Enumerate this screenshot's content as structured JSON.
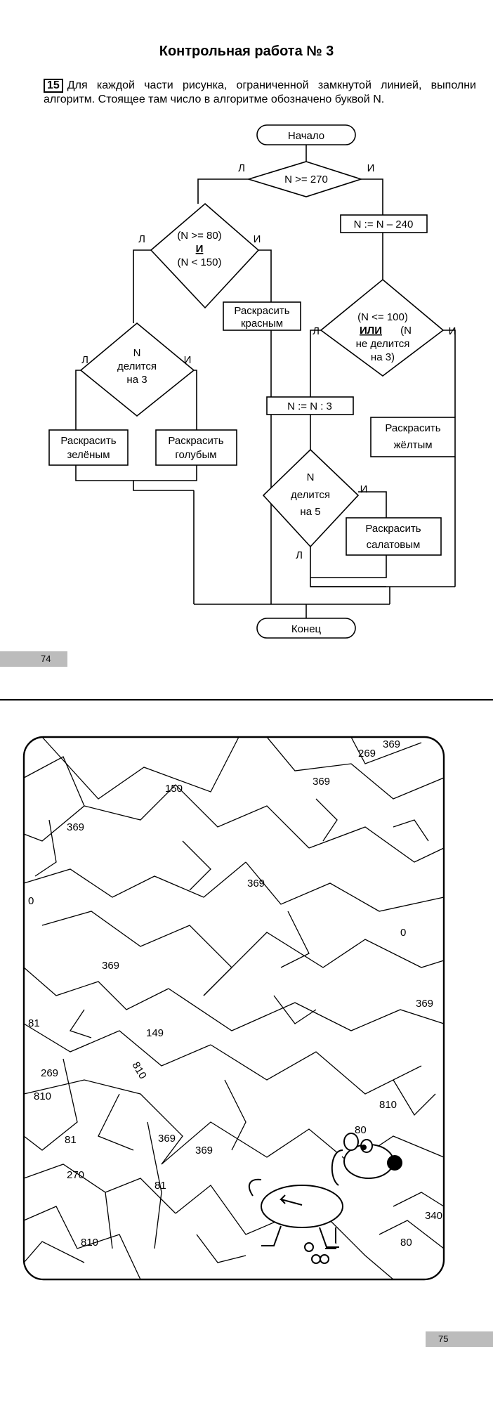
{
  "page1": {
    "title": "Контрольная работа № 3",
    "task_number": "15",
    "task_text": "Для каждой части рисунка, ограниченной замкнутой линией, выполни алгоритм. Стоящее там число в алгоритме обозначено буквой N.",
    "page_number": "74",
    "flowchart": {
      "start": "Начало",
      "end": "Конец",
      "cond_main": "N >= 270",
      "label_no": "Л",
      "label_yes": "И",
      "cond_left_1": "(N >= 80)",
      "cond_left_and": "И",
      "cond_left_2": "(N < 150)",
      "cond_div3_1": "N",
      "cond_div3_2": "делится",
      "cond_div3_3": "на 3",
      "paint_green_1": "Раскрасить",
      "paint_green_2": "зелёным",
      "paint_blue_1": "Раскрасить",
      "paint_blue_2": "голубым",
      "paint_red_1": "Раскрасить",
      "paint_red_2": "красным",
      "assign_sub": "N := N – 240",
      "cond_right_1": "(N <= 100)",
      "cond_right_or": "ИЛИ",
      "cond_right_n": "(N",
      "cond_right_2": "не делится",
      "cond_right_3": "на 3)",
      "assign_div": "N := N : 3",
      "paint_yellow_1": "Раскрасить",
      "paint_yellow_2": "жёлтым",
      "cond_div5_1": "N",
      "cond_div5_2": "делится",
      "cond_div5_3": "на 5",
      "paint_lime_1": "Раскрасить",
      "paint_lime_2": "салатовым"
    }
  },
  "page2": {
    "page_number": "75",
    "numbers": [
      "369",
      "269",
      "150",
      "369",
      "369",
      "369",
      "0",
      "0",
      "369",
      "369",
      "81",
      "149",
      "269",
      "810",
      "810",
      "810",
      "80",
      "81",
      "369",
      "369",
      "270",
      "81",
      "340",
      "810",
      "80"
    ]
  },
  "colors": {
    "page_bar": "#bcbcbc",
    "ink": "#000000"
  }
}
